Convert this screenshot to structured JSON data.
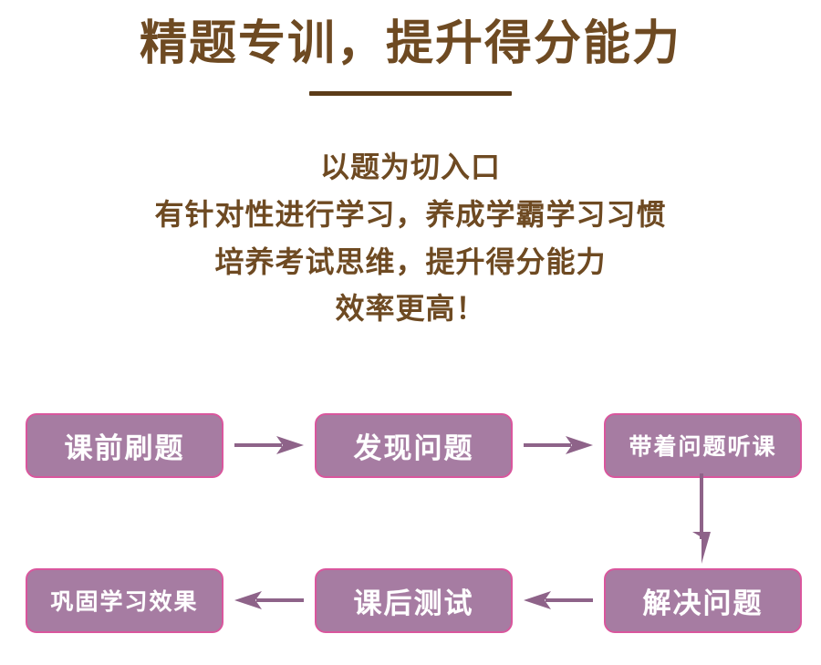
{
  "header": {
    "title": "精题专训，提升得分能力",
    "divider": "title-divider",
    "title_color": "#6e4a22",
    "divider_color": "#5c3c18"
  },
  "subtitle": {
    "lines": [
      "以题为切入口",
      "有针对性进行学习，养成学霸学习习惯",
      "培养考试思维，提升得分能力",
      "效率更高！"
    ],
    "color": "#6e4a22"
  },
  "flow": {
    "box_fill": "#a67ca2",
    "box_border": "#d9569d",
    "box_text_color": "#ffffff",
    "arrow_color": "#8e6389",
    "rows": [
      {
        "direction": "right",
        "steps": [
          {
            "label": "课前刷题",
            "chars": 4
          },
          {
            "label": "发现问题",
            "chars": 4
          },
          {
            "label": "带着问题听课",
            "chars": 6
          }
        ]
      },
      {
        "direction": "left",
        "steps": [
          {
            "label": "巩固学习效果",
            "chars": 6
          },
          {
            "label": "课后测试",
            "chars": 4
          },
          {
            "label": "解决问题",
            "chars": 4
          }
        ]
      }
    ],
    "connector": {
      "name": "vertical-down-arrow",
      "from": "带着问题听课",
      "to": "解决问题",
      "direction": "down"
    }
  }
}
